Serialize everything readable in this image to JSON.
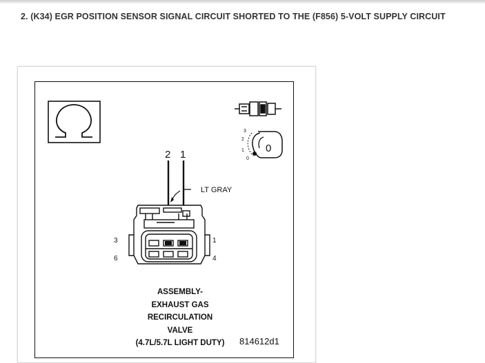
{
  "heading": "2. (K34) EGR POSITION SENSOR SIGNAL CIRCUIT SHORTED TO THE (F856) 5-VOLT SUPPLY CIRCUIT",
  "diagram": {
    "meter_symbol": "Ω",
    "wire_labels": {
      "wire_2": "2",
      "wire_1": "1"
    },
    "wire_color": "LT GRAY",
    "pin_labels": {
      "p3": "3",
      "p6": "6",
      "p1": "1",
      "p4": "4"
    },
    "dial_labels": {
      "d3": "3",
      "d2": "2",
      "d1": "1",
      "d0": "0",
      "zero": "0"
    },
    "caption_lines": [
      "ASSEMBLY-",
      "EXHAUST GAS",
      "RECIRCULATION",
      "VALVE",
      "(4.7L/5.7L LIGHT DUTY)"
    ],
    "figure_code": "814612d1"
  }
}
